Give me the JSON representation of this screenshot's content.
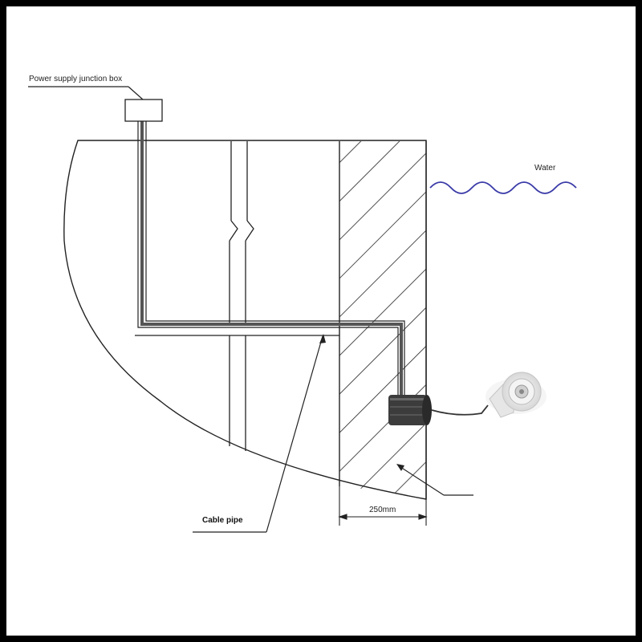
{
  "labels": {
    "junction_box": "Power supply junction box",
    "water": "Water",
    "cable_pipe": "Cable pipe",
    "dimension": "250mm"
  },
  "colors": {
    "water_wave": "#3a3aa8",
    "pipe_dark": "#444444",
    "fitting_dark": "#3c3c3c"
  }
}
